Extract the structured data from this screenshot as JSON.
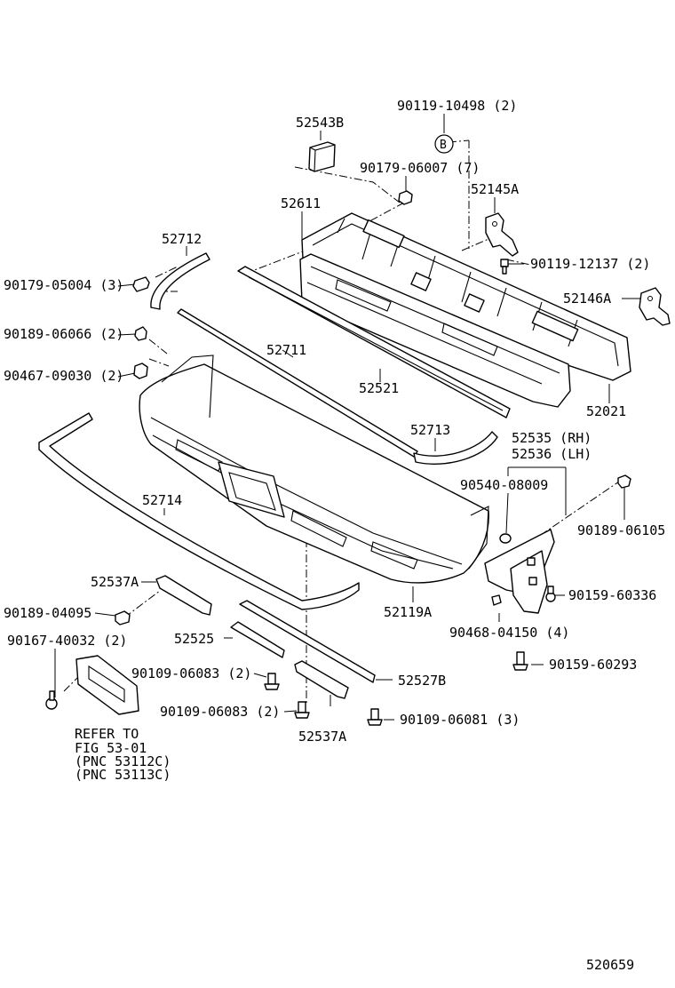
{
  "diagram": {
    "figure_number": "520659",
    "note_lines": [
      "REFER TO",
      "FIG 53-01",
      "(PNC 53112C)",
      "(PNC 53113C)"
    ],
    "labels": [
      {
        "id": "52543B",
        "text": "52543B"
      },
      {
        "id": "90119-10498",
        "text": "90119-10498 (2)"
      },
      {
        "id": "callout-b",
        "text": "B"
      },
      {
        "id": "90179-06007",
        "text": "90179-06007 (7)"
      },
      {
        "id": "52145A",
        "text": "52145A"
      },
      {
        "id": "52611",
        "text": "52611"
      },
      {
        "id": "52712",
        "text": "52712"
      },
      {
        "id": "90119-12137",
        "text": "90119-12137 (2)"
      },
      {
        "id": "90179-05004",
        "text": "90179-05004 (3)"
      },
      {
        "id": "52146A",
        "text": "52146A"
      },
      {
        "id": "90189-06066",
        "text": "90189-06066 (2)"
      },
      {
        "id": "52711",
        "text": "52711"
      },
      {
        "id": "90467-09030",
        "text": "90467-09030 (2)"
      },
      {
        "id": "52521",
        "text": "52521"
      },
      {
        "id": "52021",
        "text": "52021"
      },
      {
        "id": "52713",
        "text": "52713"
      },
      {
        "id": "52535",
        "text": "52535 (RH)"
      },
      {
        "id": "52536",
        "text": "52536 (LH)"
      },
      {
        "id": "90540-08009",
        "text": "90540-08009"
      },
      {
        "id": "52714",
        "text": "52714"
      },
      {
        "id": "90189-06105",
        "text": "90189-06105"
      },
      {
        "id": "52537A-upper",
        "text": "52537A"
      },
      {
        "id": "90159-60336",
        "text": "90159-60336"
      },
      {
        "id": "90189-04095",
        "text": "90189-04095"
      },
      {
        "id": "52119A",
        "text": "52119A"
      },
      {
        "id": "90167-40032",
        "text": "90167-40032 (2)"
      },
      {
        "id": "90468-04150",
        "text": "90468-04150 (4)"
      },
      {
        "id": "52525",
        "text": "52525"
      },
      {
        "id": "90159-60293",
        "text": "90159-60293"
      },
      {
        "id": "90109-06083-a",
        "text": "90109-06083 (2)"
      },
      {
        "id": "52527B",
        "text": "52527B"
      },
      {
        "id": "90109-06083-b",
        "text": "90109-06083 (2)"
      },
      {
        "id": "90109-06081",
        "text": "90109-06081 (3)"
      },
      {
        "id": "52537A-lower",
        "text": "52537A"
      }
    ]
  }
}
